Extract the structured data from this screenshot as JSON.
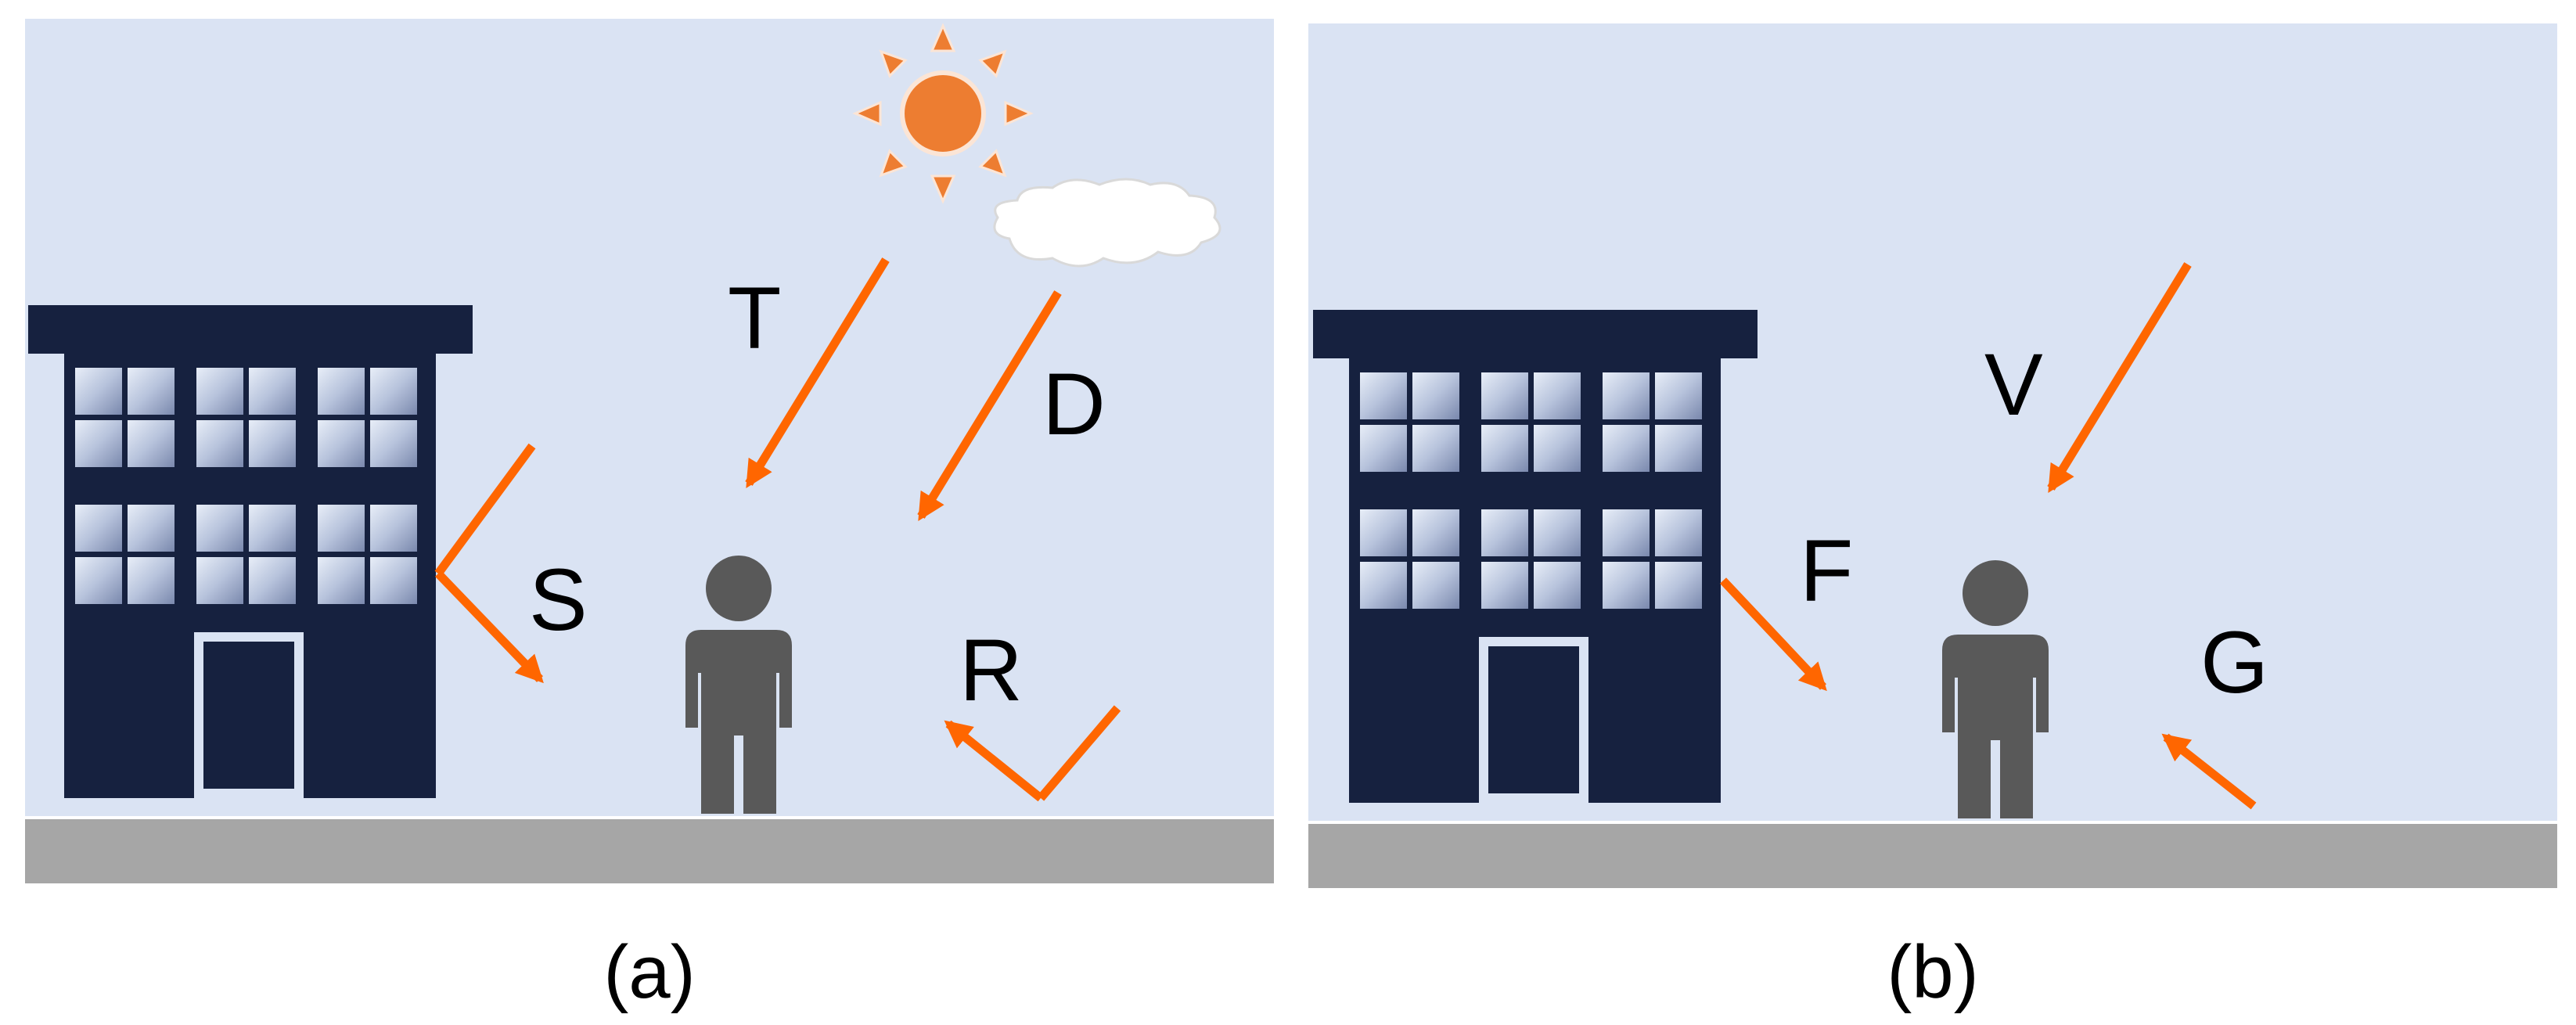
{
  "panels": {
    "a": {
      "caption": "(a)",
      "labels": {
        "T": "T",
        "D": "D",
        "S": "S",
        "R": "R"
      }
    },
    "b": {
      "caption": "(b)",
      "labels": {
        "V": "V",
        "F": "F",
        "G": "G"
      }
    }
  },
  "colors": {
    "sky": "#dae3f3",
    "ground": "#a6a6a6",
    "building": "#16213f",
    "arrow": "#ff6600",
    "sun": "#ed7d31",
    "person": "#595959",
    "cloud": "#ffffff"
  },
  "icons": [
    "sun-icon",
    "cloud-icon",
    "building-icon",
    "person-icon",
    "door-icon",
    "window-icon"
  ]
}
